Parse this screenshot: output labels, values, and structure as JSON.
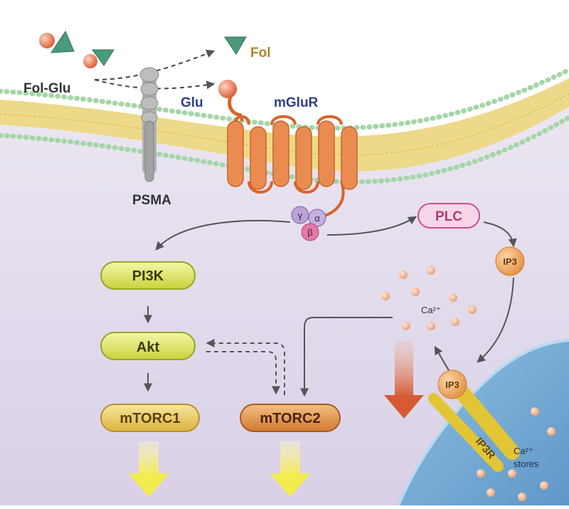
{
  "labels": {
    "fol_glu": "Fol-Glu",
    "fol": "Fol",
    "glu": "Glu",
    "mglur": "mGluR",
    "psma": "PSMA",
    "gamma": "γ",
    "alpha": "α",
    "beta": "β",
    "plc": "PLC",
    "ip3": "IP3",
    "ip3_receptor_ligand": "IP3",
    "ip3r": "IP3R",
    "pi3k": "PI3K",
    "akt": "Akt",
    "mtorc1": "mTORC1",
    "mtorc2": "mTORC2",
    "ca_cytosol": "Ca²⁺",
    "ca_stores_ion": "Ca²⁺",
    "ca_stores_word": "stores"
  },
  "colors": {
    "cytoplasm": "#e7e1ef",
    "extracellular": "#f7f7f7",
    "membrane_tails": "#e3c24f",
    "membrane_heads": "#9fd1a3",
    "mglur": "#e58a4e",
    "psma": "#a7a7a7",
    "pi3k_akt": "#d7e15a",
    "mtorc1": "#e9cc62",
    "mtorc2": "#dd8a3e",
    "plc_fill": "#f6d6e6",
    "plc_border": "#cc4f8f",
    "calcium": "#eda77d",
    "er": "#79aed6",
    "arrow": "#5b5b5b",
    "down_arrow_yellow": "#f3ec61",
    "down_arrow_red": "#d8603a",
    "text_dark": "#333333",
    "text_blue": "#2f3f8f",
    "text_gold": "#a88422"
  },
  "icons": [
    "glutamate-sphere-icon",
    "folate-triangle-icon",
    "calcium-ion-icon"
  ]
}
